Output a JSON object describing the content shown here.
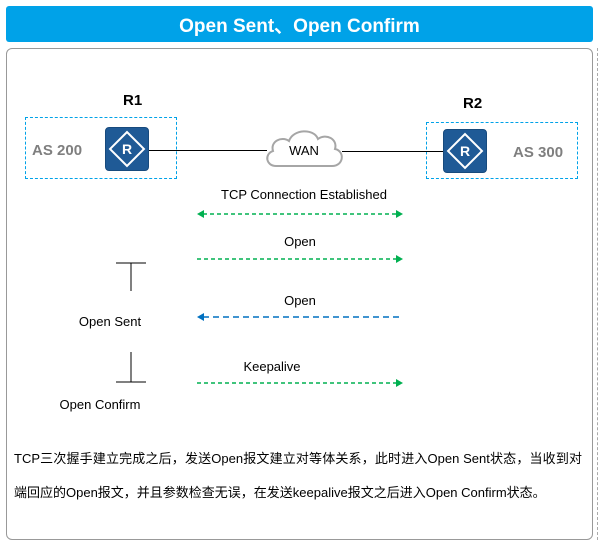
{
  "title": "Open Sent、Open Confirm",
  "routers": [
    {
      "name": "R1",
      "as": "AS 200"
    },
    {
      "name": "R2",
      "as": "AS 300"
    }
  ],
  "cloud_label": "WAN",
  "messages": [
    {
      "label": "TCP Connection Established",
      "direction": "both",
      "color": "#00B050"
    },
    {
      "label": "Open",
      "direction": "right",
      "color": "#00B050"
    },
    {
      "label": "Open",
      "direction": "left",
      "color": "#0070C0"
    },
    {
      "label": "Keepalive",
      "direction": "right",
      "color": "#00B050"
    }
  ],
  "states": [
    "Open Sent",
    "Open Confirm"
  ],
  "description": "TCP三次握手建立完成之后，发送Open报文建立对等体关系，此时进入Open Sent状态，当收到对端回应的Open报文，并且参数检查无误，在发送keepalive报文之后进入Open Confirm状态。",
  "colors": {
    "title_bg": "#00A2E8",
    "router_bg": "#1f5a96",
    "green": "#00B050",
    "blue": "#0070C0"
  }
}
